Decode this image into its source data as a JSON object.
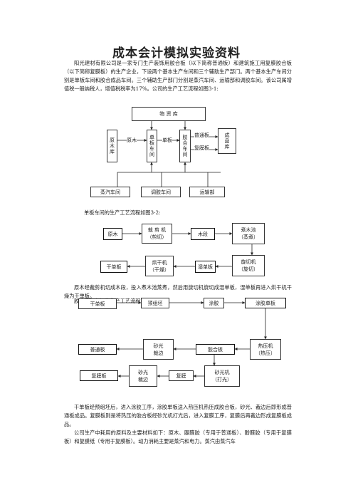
{
  "title": "成本会计模拟实验资料",
  "intro": "阳光建材有限公司是一家专门生产装饰用胶合板（以下简称普通板）和建筑施工用复膜胶合板（以下简称复膜板）的生产企业，下设两个基本生产车间和三个辅助生产部门。两个基本生产车间分别是单板车间和胶合成品车间。三个辅助生产部门分别是蒸汽车间、运输部和调胶车间。该公司属增值税一般纳税人，增值税税率为17%。公司的生产工艺流程如图3-1:",
  "fig1": {
    "store": "物 资 库",
    "raw": "原木库",
    "raw_label": "原木",
    "veneer": "单板车间",
    "veneer_label": "单板",
    "glue": "胶合车间",
    "normal": "普通板",
    "film": "复膜板",
    "product": "成品库",
    "steam": "蒸汽车间",
    "gluemix": "调胶车间",
    "transport": "运输部"
  },
  "cap2": "单板车间的生产工艺流程如图3-2:",
  "fig2": {
    "log": "原木",
    "saw": "裁 剪 机\n（剪切）",
    "seg": "木段",
    "cook": "煮木池\n（蒸煮）",
    "dryboard": "干单板",
    "dryer": "烘干机\n（干燥）",
    "wetboard": "湿单板",
    "lathe": "旋切机\n（旋切）"
  },
  "para2": "原木经裁剪机切成木段，投入煮木池蒸煮，然后用旋切机旋切成湿单板，湿单板再进入烘干机干燥为干单板。",
  "cap3": "胶合成品车间的生产工艺流程如图3-3:",
  "fig3": {
    "dry": "干单板",
    "pre": "预组坯",
    "glue": "涂胶",
    "glued": "涂胶单板",
    "normal": "普通板",
    "sand1": "砂光\n裁边",
    "plywood": "胶合板",
    "press": "热压机\n（热压）",
    "film": "复膜板",
    "sand2": "砂光\n裁边",
    "filming": "复膜",
    "polish": "砂光机\n（打光）"
  },
  "para3": "干单板经预组坯后，进入涂胶工序，涂胶单板送入热压机热压成胶合板，砂光、裁边后即形成普通板成品。复膜板则是将热压的胶合板经砂光机打光后，进入复膜工序，复膜后再裁边形成复膜板成品。",
  "para4": "公司生产中耗用的原料及主要材料如下：原木、脲醛胶（专用于普通板）、酚醛胶（专用于复膜板）和复膜纸（专用于复膜板）。动力消耗主要是蒸汽和电力。蒸汽由蒸汽车"
}
